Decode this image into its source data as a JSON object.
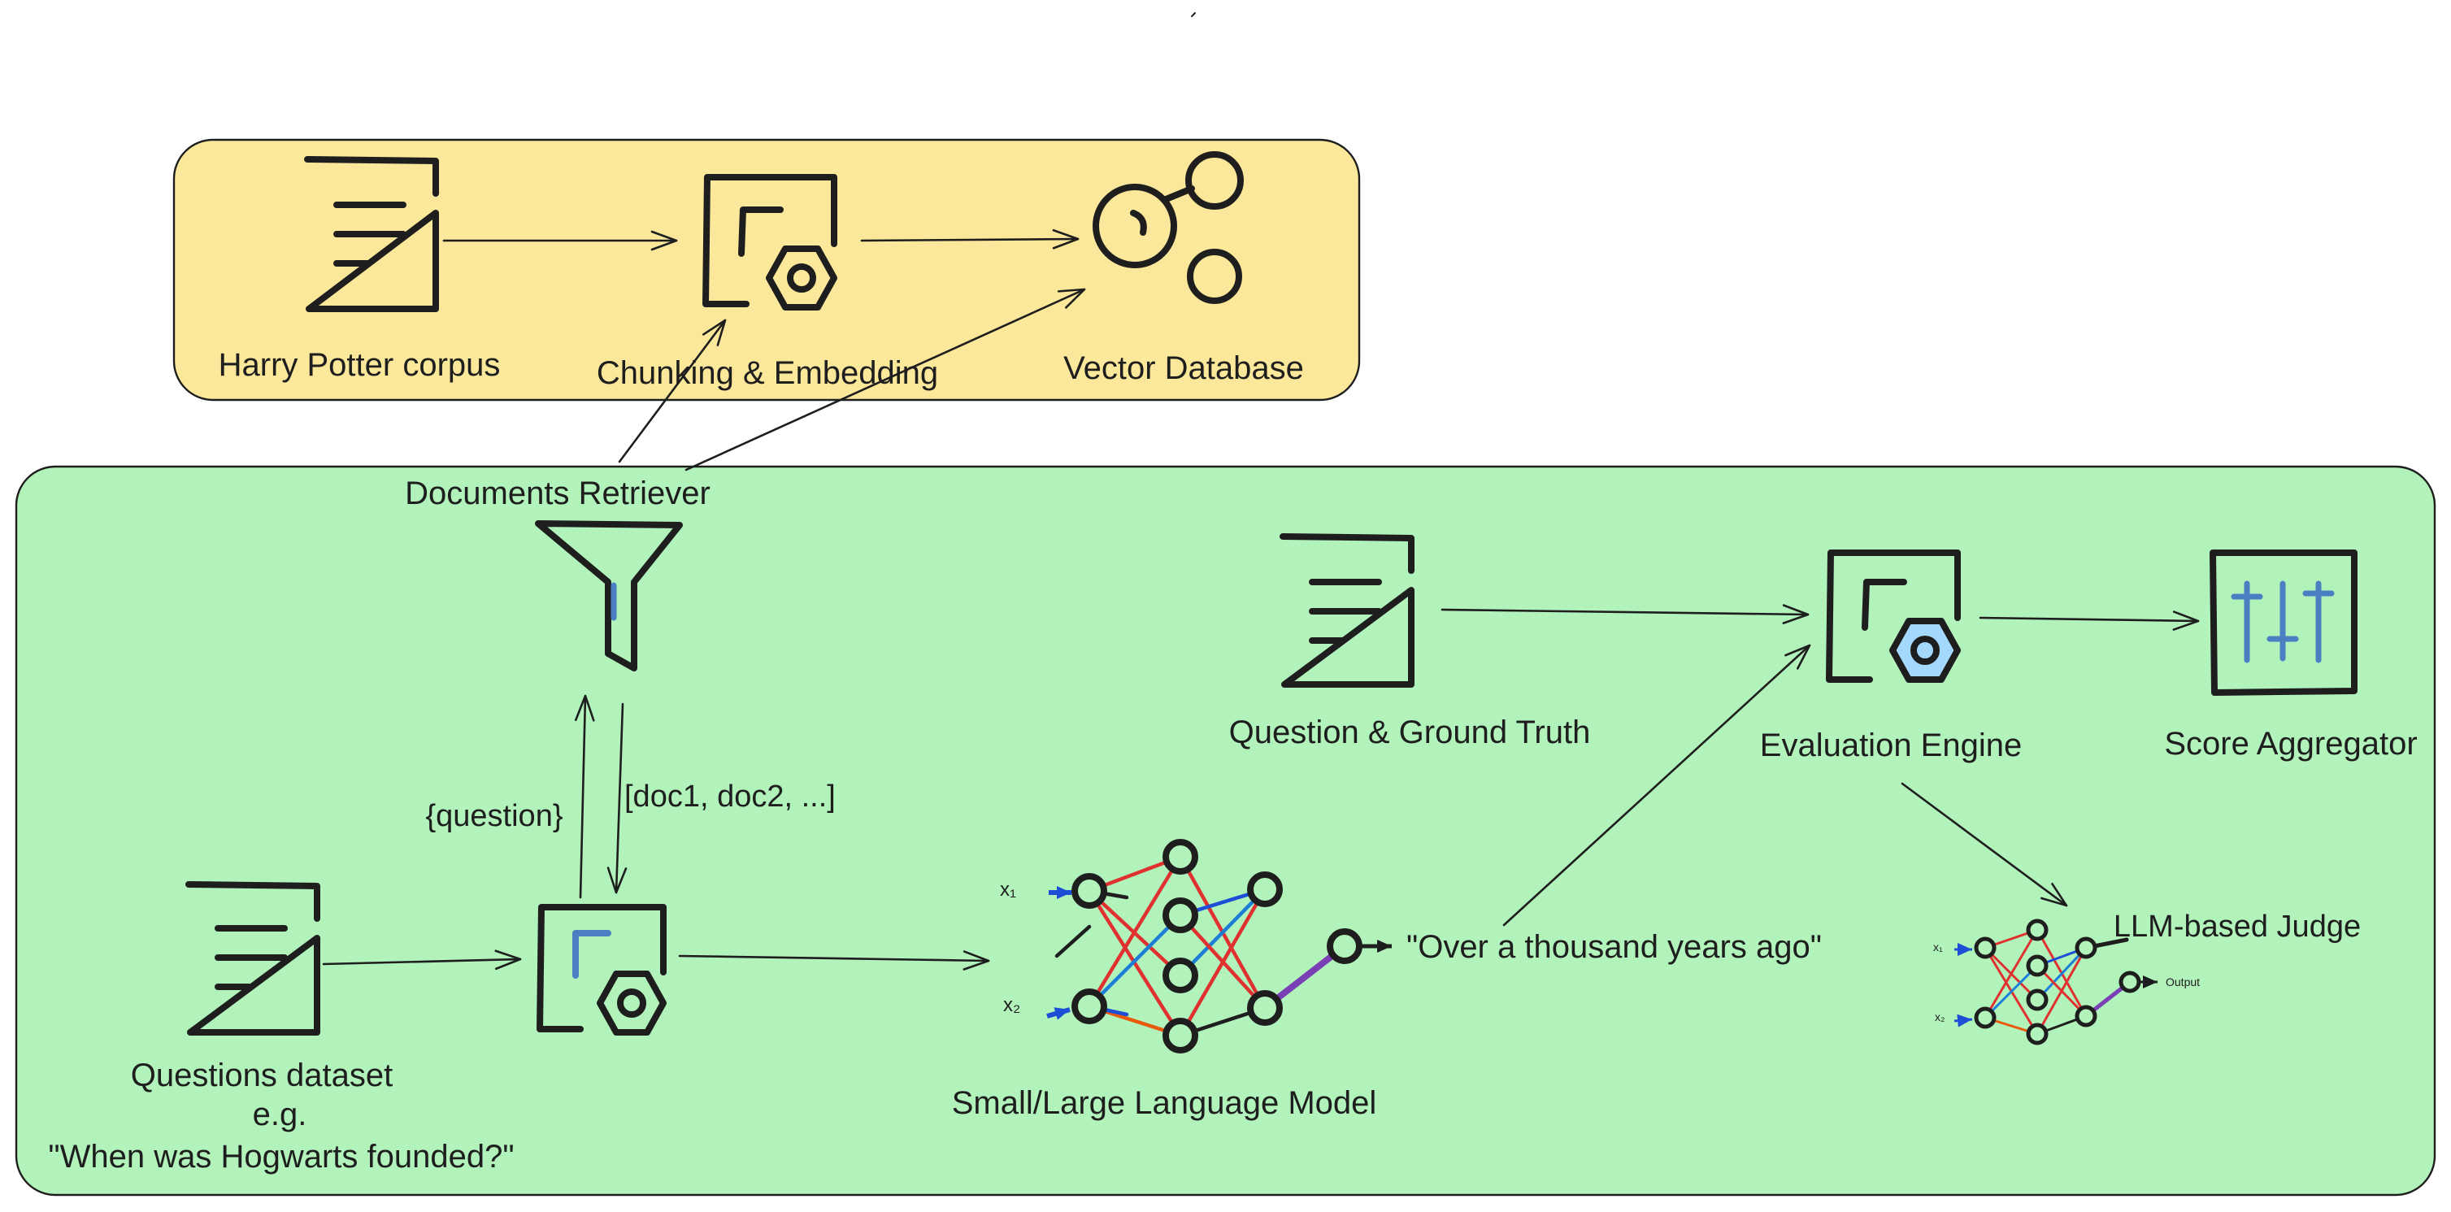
{
  "colors": {
    "indexing_panel": "#fbe89a",
    "pipeline_panel": "#b2f2bb",
    "ink": "#1e1e1e",
    "accent_blue": "#4a7fc1",
    "engine_fill": "#a5d8ff",
    "net_red": "#e03131",
    "net_blue": "#1c4fd6",
    "net_purple": "#7b3fb5",
    "net_orange": "#e8590c",
    "net_teal": "#1c7ed6"
  },
  "indexing": {
    "corpus_label": "Harry Potter corpus",
    "chunking_label": "Chunking & Embedding",
    "vector_db_label": "Vector Database",
    "corpus_icon": "document-icon",
    "chunking_icon": "processor-icon",
    "vector_db_icon": "vector-graph-icon"
  },
  "pipeline": {
    "retriever_label": "Documents Retriever",
    "retriever_icon": "funnel-icon",
    "question_edge_label": "{question}",
    "docs_edge_label": "[doc1, doc2, ...]",
    "dataset_label_line1": "Questions dataset",
    "dataset_label_line2": "e.g.",
    "dataset_label_line3": "\"When was Hogwarts founded?\"",
    "dataset_icon": "document-icon",
    "orchestrator_icon": "processor-icon",
    "llm_label": "Small/Large Language Model",
    "llm_icon": "neural-network-icon",
    "llm_input_1": "x₁",
    "llm_input_2": "x₂",
    "answer_text": "\"Over a thousand years ago\"",
    "ground_truth_label": "Question & Ground Truth",
    "ground_truth_icon": "document-icon",
    "evaluation_label": "Evaluation Engine",
    "evaluation_icon": "processor-icon",
    "score_label": "Score Aggregator",
    "score_icon": "sliders-icon",
    "judge_label": "LLM-based Judge",
    "judge_icon": "neural-network-icon",
    "judge_output_text": "Output",
    "judge_input_1": "x₁",
    "judge_input_2": "x₂"
  }
}
